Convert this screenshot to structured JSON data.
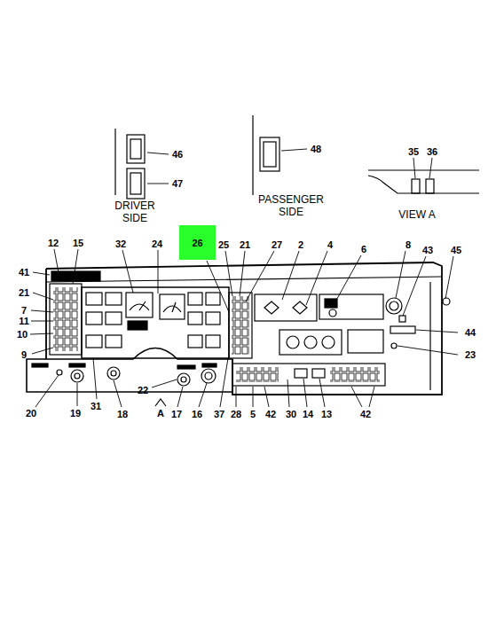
{
  "diagram": {
    "nodes": [
      {
        "text": [
          "26"
        ]
      }
    ],
    "labels": [
      "46",
      "47",
      "48",
      "35",
      "36",
      "DRIVER SIDE",
      "PASSENGER SIDE",
      "VIEW A",
      "12",
      "15",
      "32",
      "24",
      "25",
      "21",
      "27",
      "2",
      "4",
      "6",
      "8",
      "43",
      "45",
      "41",
      "21",
      "7",
      "11",
      "10",
      "9",
      "44",
      "23",
      "20",
      "19",
      "31",
      "18",
      "22",
      "A",
      "17",
      "16",
      "37",
      "28",
      "5",
      "42",
      "30",
      "14",
      "13",
      "42"
    ]
  }
}
